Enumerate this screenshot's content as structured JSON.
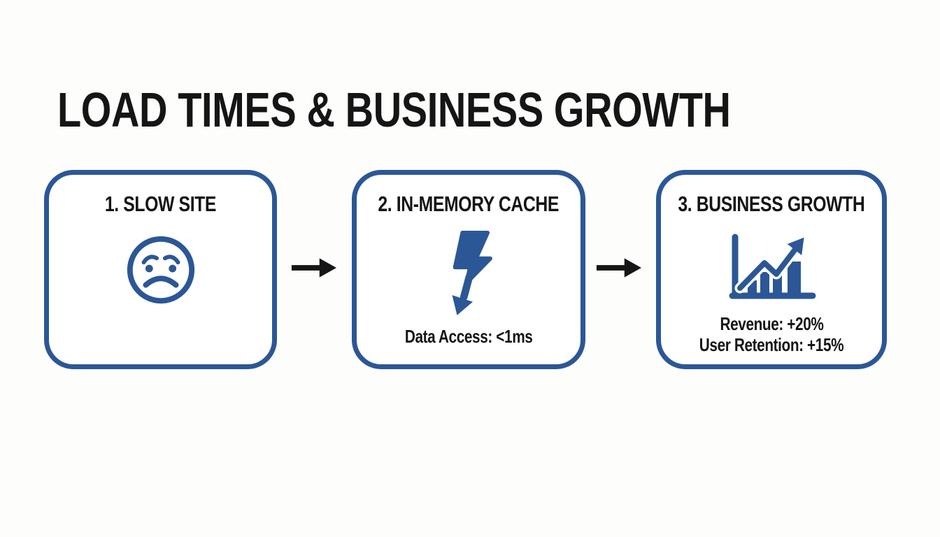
{
  "title": "LOAD TIMES & BUSINESS GROWTH",
  "colors": {
    "accent": "#2b5796",
    "ink": "#151515",
    "background": "#fdfdfc",
    "card_background": "#ffffff",
    "arrow": "#161616"
  },
  "steps": [
    {
      "heading": "1. SLOW SITE",
      "icon": "sad-face-icon",
      "lines": []
    },
    {
      "heading": "2. IN-MEMORY CACHE",
      "icon": "lightning-bolt-icon",
      "lines": [
        "Data Access: <1ms"
      ]
    },
    {
      "heading": "3. BUSINESS GROWTH",
      "icon": "growth-chart-icon",
      "lines": [
        "Revenue: +20%",
        "User Retention: +15%"
      ]
    }
  ],
  "connectors": [
    {
      "icon": "right-arrow-icon"
    },
    {
      "icon": "right-arrow-icon"
    }
  ]
}
